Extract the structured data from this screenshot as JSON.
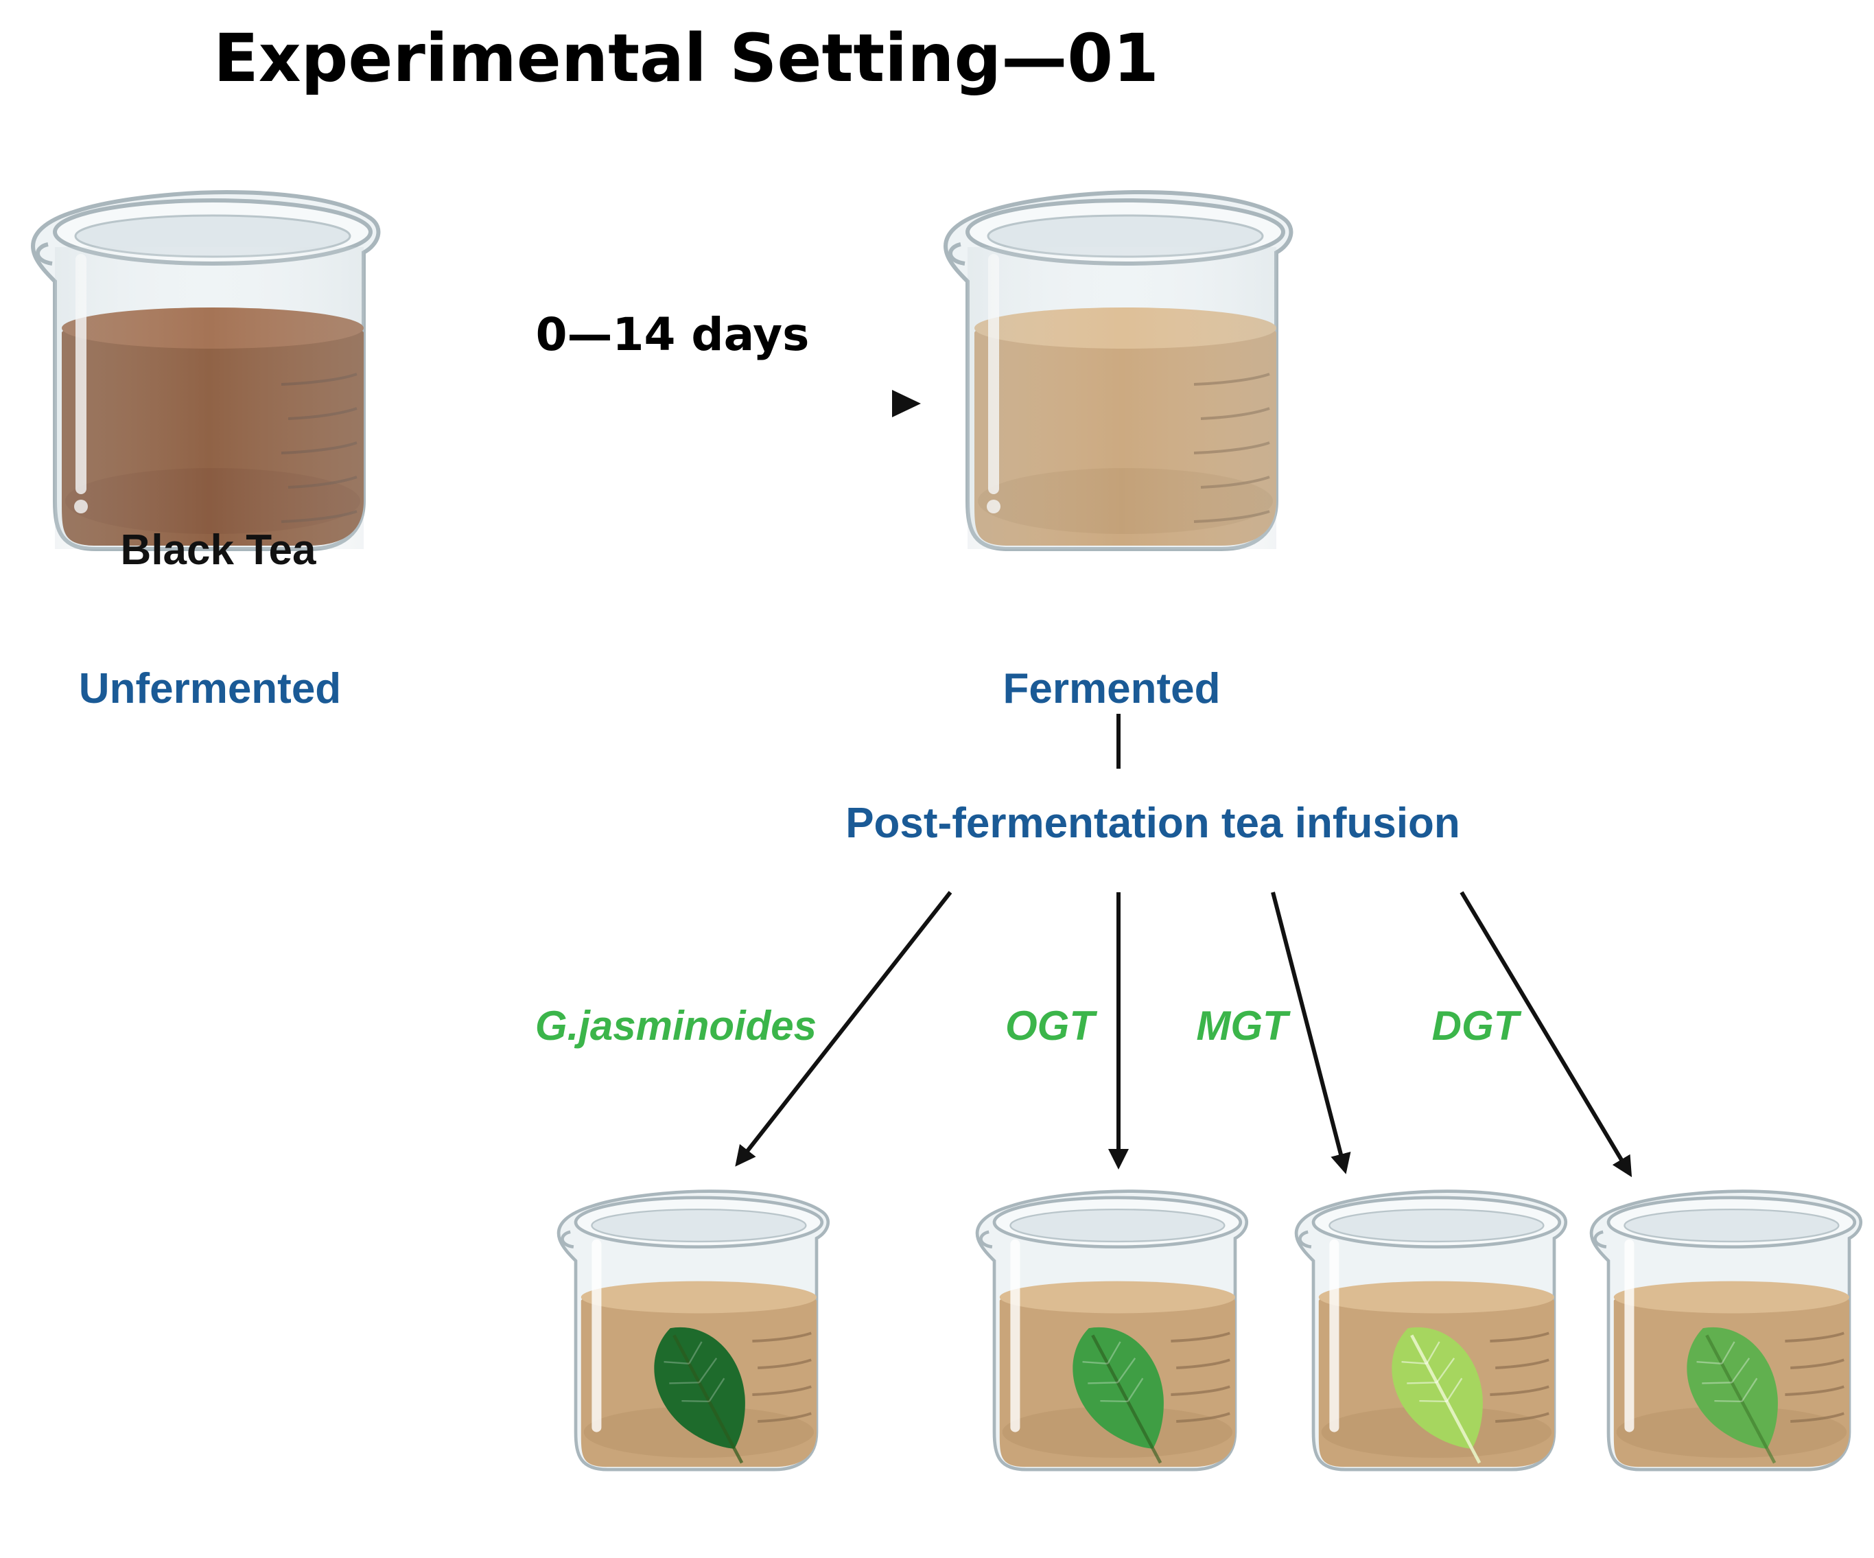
{
  "title": "Experimental Setting—01",
  "duration_label": "0—14 days",
  "beaker_label": "Black Tea",
  "stages": {
    "unfermented": "Unfermented",
    "fermented": "Fermented",
    "post": "Post-fermentation tea infusion"
  },
  "variants": [
    {
      "label": "G.jasminoides",
      "leaf_color": "#1e6b2c"
    },
    {
      "label": "OGT",
      "leaf_color": "#3f9e44"
    },
    {
      "label": "MGT",
      "leaf_color": "#a6d65f"
    },
    {
      "label": "DGT",
      "leaf_color": "#61b04f"
    }
  ],
  "colors": {
    "label_blue": "#1a5a96",
    "label_green": "#3bb54a",
    "black_tea": "#8a5a3c",
    "fermented_tea": "#c9a57a",
    "glass": "#e8eef1",
    "arrow": "#111111"
  }
}
